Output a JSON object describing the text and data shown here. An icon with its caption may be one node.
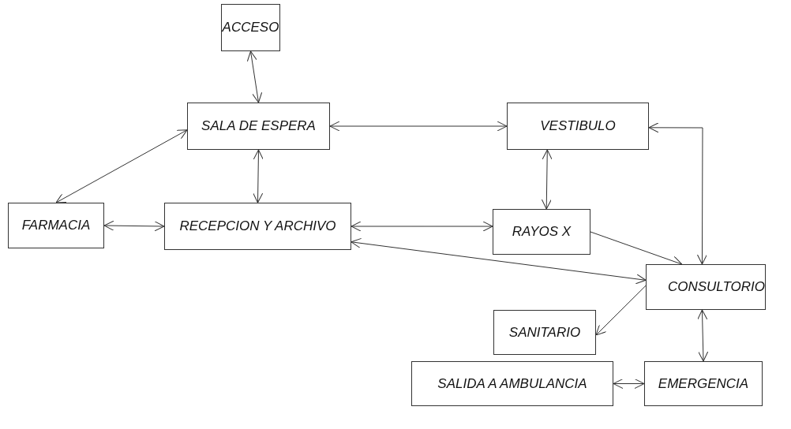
{
  "diagram": {
    "nodes": [
      {
        "text": [
          "ACCESO"
        ]
      },
      {
        "text": [
          "SALA DE ESPERA"
        ]
      },
      {
        "text": [
          "VESTIBULO"
        ]
      },
      {
        "text": [
          "FARMACIA"
        ]
      },
      {
        "text": [
          "RECEPCION Y ARCHIVO"
        ]
      },
      {
        "text": [
          "RAYOS X"
        ]
      },
      {
        "text": [
          "CONSULTORIO"
        ]
      },
      {
        "text": [
          "SANITARIO"
        ]
      },
      {
        "text": [
          "SALIDA A AMBULANCIA"
        ]
      },
      {
        "text": [
          "EMERGENCIA"
        ]
      }
    ],
    "edges": [
      {
        "from": 0,
        "to": 1,
        "arrow": "both"
      },
      {
        "from": 1,
        "to": 2,
        "arrow": "both"
      },
      {
        "from": 1,
        "to": 3,
        "arrow": "both"
      },
      {
        "from": 1,
        "to": 4,
        "arrow": "both"
      },
      {
        "from": 3,
        "to": 4,
        "arrow": "both"
      },
      {
        "from": 4,
        "to": 5,
        "arrow": "both"
      },
      {
        "from": 2,
        "to": 5,
        "arrow": "both"
      },
      {
        "from": 5,
        "to": 6,
        "arrow": "to"
      },
      {
        "from": 4,
        "to": 6,
        "arrow": "both"
      },
      {
        "from": 6,
        "to": 2,
        "arrow": "both"
      },
      {
        "from": 6,
        "to": 7,
        "arrow": "to"
      },
      {
        "from": 6,
        "to": 9,
        "arrow": "both"
      },
      {
        "from": 8,
        "to": 9,
        "arrow": "both"
      }
    ]
  }
}
